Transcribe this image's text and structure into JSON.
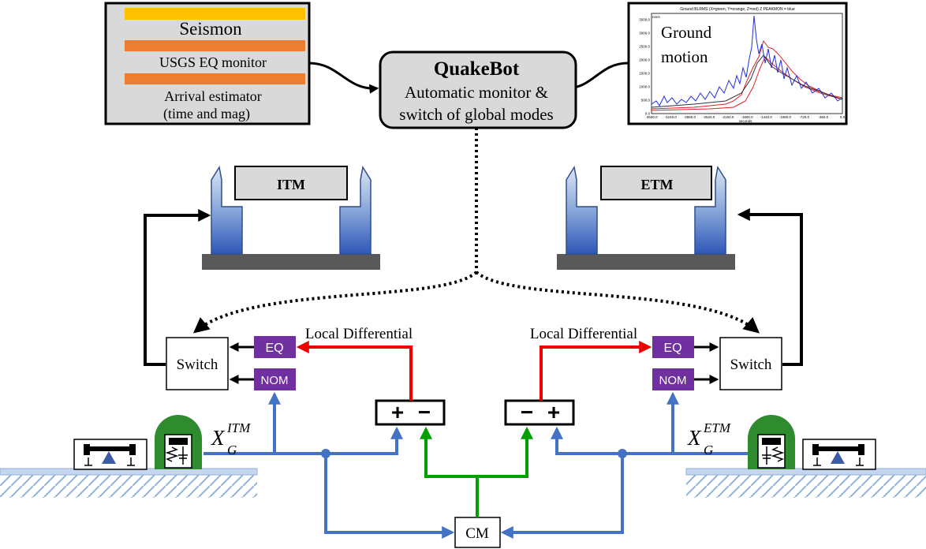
{
  "left_panel": {
    "title": "Seismon",
    "monitor": "USGS EQ monitor",
    "estimator_line1": "Arrival estimator",
    "estimator_line2": "(time and mag)"
  },
  "quakebot": {
    "title": "QuakeBot",
    "line1": "Automatic monitor &",
    "line2": "switch of global modes"
  },
  "ground_motion_plot": {
    "header": "Ground BLRMS (X=green, Y=orange, Z=red) Z PEAKMON = blue",
    "label_line1": "Ground",
    "label_line2": "motion",
    "y_unit": "nm/s",
    "y_ticks": [
      "0.0",
      "500.0",
      "1000.0",
      "1500.0",
      "2000.0",
      "2500.0",
      "3000.0",
      "3500.0"
    ],
    "x_ticks": [
      "-3600.0",
      "-3240.0",
      "-2880.0",
      "-2520.0",
      "-2160.0",
      "-1800.0",
      "-1440.0",
      "-1080.0",
      "-720.0",
      "-360.0",
      "0.0"
    ],
    "x_label": "seconds",
    "colors": {
      "blue": "#2030e0",
      "red": "#e02020",
      "dark": "#303040"
    }
  },
  "test_masses": {
    "itm": "ITM",
    "etm": "ETM"
  },
  "left_chain": {
    "switch": "Switch",
    "eq": "EQ",
    "nom": "NOM",
    "differential": "Local Differential",
    "sign_box": [
      "+",
      "−"
    ],
    "sensor_label_base": "X",
    "sensor_label_sub": "G",
    "sensor_label_sup": "ITM"
  },
  "right_chain": {
    "switch": "Switch",
    "eq": "EQ",
    "nom": "NOM",
    "differential": "Local Differential",
    "sign_box": [
      "−",
      "+"
    ],
    "sensor_label_base": "X",
    "sensor_label_sub": "G",
    "sensor_label_sup": "ETM"
  },
  "common_mode": "CM",
  "colors": {
    "blue_line": "#4472c4",
    "green_line": "#00a000",
    "red_line": "#ee0000",
    "purple": "#7030a0",
    "orange_bar": "#ed7d31",
    "yellow_bar": "#ffc000",
    "seismometer_green": "#2e8b2e"
  }
}
